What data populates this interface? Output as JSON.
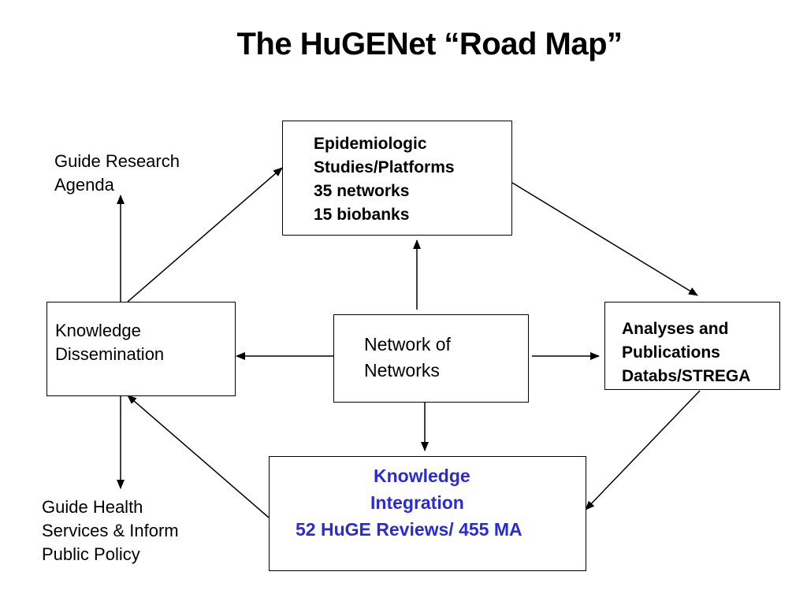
{
  "title": "The HuGENet “Road Map”",
  "nodes": {
    "epidemiologic": {
      "line1": "Epidemiologic",
      "line2": "Studies/Platforms",
      "line3": "35 networks",
      "line4": "15 biobanks"
    },
    "analyses": {
      "line1": "Analyses and",
      "line2": "Publications",
      "line3": "Databs/STREGA"
    },
    "integration": {
      "line1": "Knowledge",
      "line2": "Integration",
      "line3": "52 HuGE Reviews/ 455 MA"
    },
    "dissemination": {
      "line1": "Knowledge",
      "line2": "Dissemination"
    },
    "network": {
      "line1": "Network of",
      "line2": "Networks"
    }
  },
  "labels": {
    "research": {
      "line1": "Guide Research",
      "line2": "Agenda"
    },
    "health": {
      "line1": "Guide Health",
      "line2": "Services & Inform",
      "line3": "Public Policy"
    }
  },
  "colors": {
    "integration_text": "#2b2bd6",
    "lines": "#000000"
  }
}
